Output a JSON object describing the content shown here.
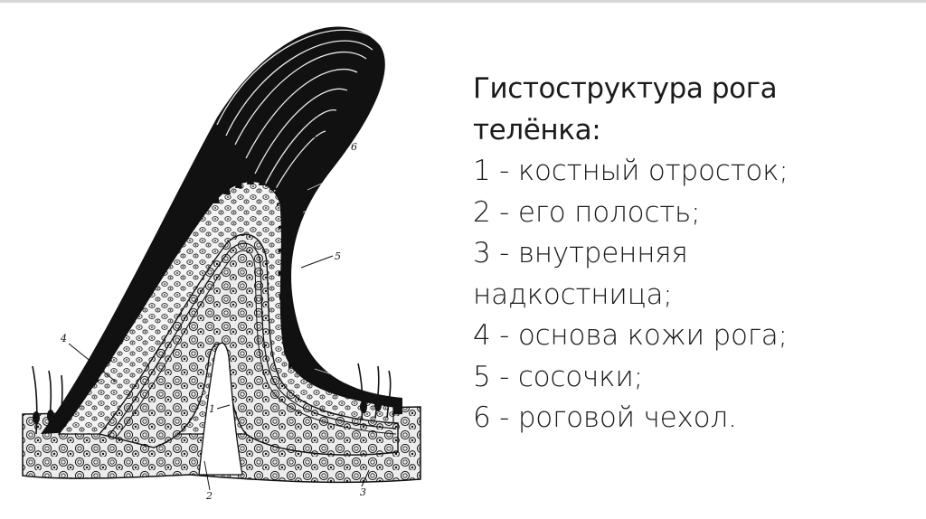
{
  "slide": {
    "heading": [
      "Гистоструктура рога",
      "телёнка:"
    ],
    "legend_lines": [
      "1 - костный отросток;",
      "2 - его полость;",
      "3 - внутренняя",
      "надкостница;",
      "4 - основа кожи рога;",
      "5 - сосочки;",
      "6 - роговой чехол."
    ]
  },
  "figure": {
    "labels": [
      "1",
      "2",
      "3",
      "4",
      "5",
      "6"
    ]
  },
  "colors": {
    "ink": "#111111",
    "text": "#1b1b1b",
    "background": "#ffffff"
  }
}
